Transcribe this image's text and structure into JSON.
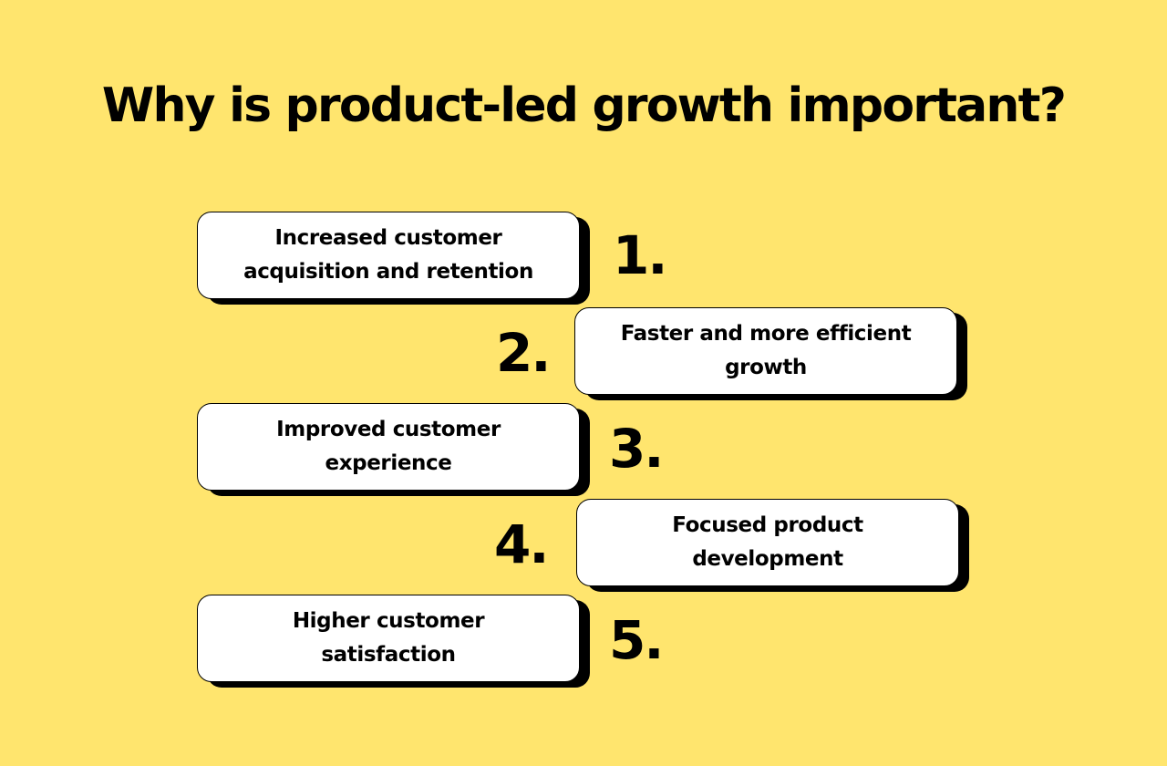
{
  "title": "Why is product-led growth important?",
  "colors": {
    "background": "#FFE56E",
    "card": "#FFFFFF",
    "text": "#000000",
    "shadow": "#000000"
  },
  "items": [
    {
      "number": "1.",
      "label": "Increased customer acquisition and retention",
      "side": "left"
    },
    {
      "number": "2.",
      "label": "Faster and more efficient growth",
      "side": "right"
    },
    {
      "number": "3.",
      "label": "Improved customer experience",
      "side": "left"
    },
    {
      "number": "4.",
      "label": "Focused product development",
      "side": "right"
    },
    {
      "number": "5.",
      "label": "Higher customer satisfaction",
      "side": "left"
    }
  ]
}
